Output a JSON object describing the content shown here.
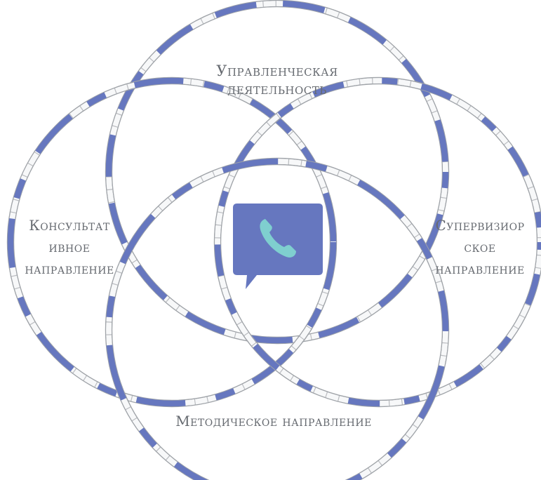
{
  "colors": {
    "ring_fill": "#f7f8f9",
    "ring_outline": "#9fa3a8",
    "ring_accent": "#6677bf",
    "center_box": "#6677bf",
    "phone_icon": "#7fcfcf",
    "label_text": "#666a70"
  },
  "diagram": {
    "top_circle": {
      "label_lines": [
        "Управленческая",
        "деятельность"
      ]
    },
    "left_circle": {
      "label_lines": [
        "Консультат",
        "ивное",
        "направление"
      ]
    },
    "right_circle": {
      "label_lines": [
        "Супервизиор",
        "ское",
        "направление"
      ]
    },
    "bottom_circle": {
      "label_lines": [
        "Методическое направление"
      ]
    },
    "center": {
      "icon": "phone-chat-icon"
    }
  }
}
